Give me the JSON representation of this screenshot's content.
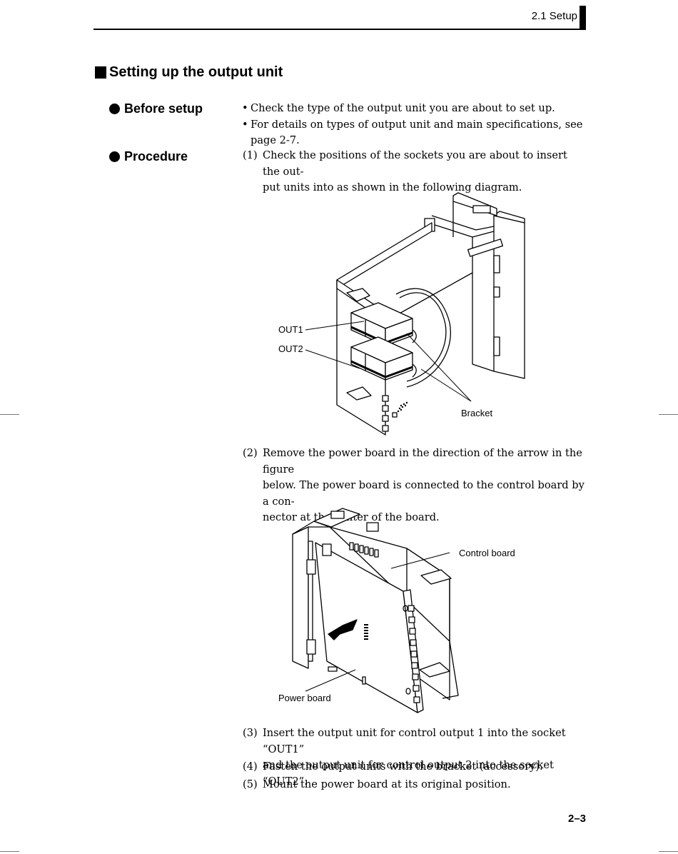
{
  "header": {
    "section": "2.1  Setup"
  },
  "section_title": "Setting up the output unit",
  "before_setup": {
    "heading": "Before setup",
    "bullets": [
      "Check the type of the output unit you are about to set up.",
      "For details on types of output unit and main specifications, see page 2-7."
    ]
  },
  "procedure": {
    "heading": "Procedure",
    "steps": [
      {
        "num": "(1)",
        "lines": [
          "Check the positions of the sockets you are about to insert the out-",
          "put units into as shown in the following diagram."
        ]
      },
      {
        "num": "(2)",
        "lines": [
          "Remove the power board in the direction of the arrow in the figure",
          "below. The power board is connected to the control board by a con-",
          "nector at the center of the board."
        ]
      },
      {
        "num": "(3)",
        "lines": [
          "Insert the output unit for control output 1 into the socket “OUT1”",
          "and the output unit for control output 2 into the socket “OUT2”."
        ]
      },
      {
        "num": "(4)",
        "lines": [
          "Fasten the output units with the bracket (accessory)."
        ]
      },
      {
        "num": "(5)",
        "lines": [
          "Mount the power board at its original position."
        ]
      }
    ]
  },
  "figure1": {
    "labels": {
      "out1": "OUT1",
      "out2": "OUT2",
      "bracket": "Bracket"
    }
  },
  "figure2": {
    "labels": {
      "control_board": "Control board",
      "power_board": "Power board"
    }
  },
  "page_number": "2–3"
}
